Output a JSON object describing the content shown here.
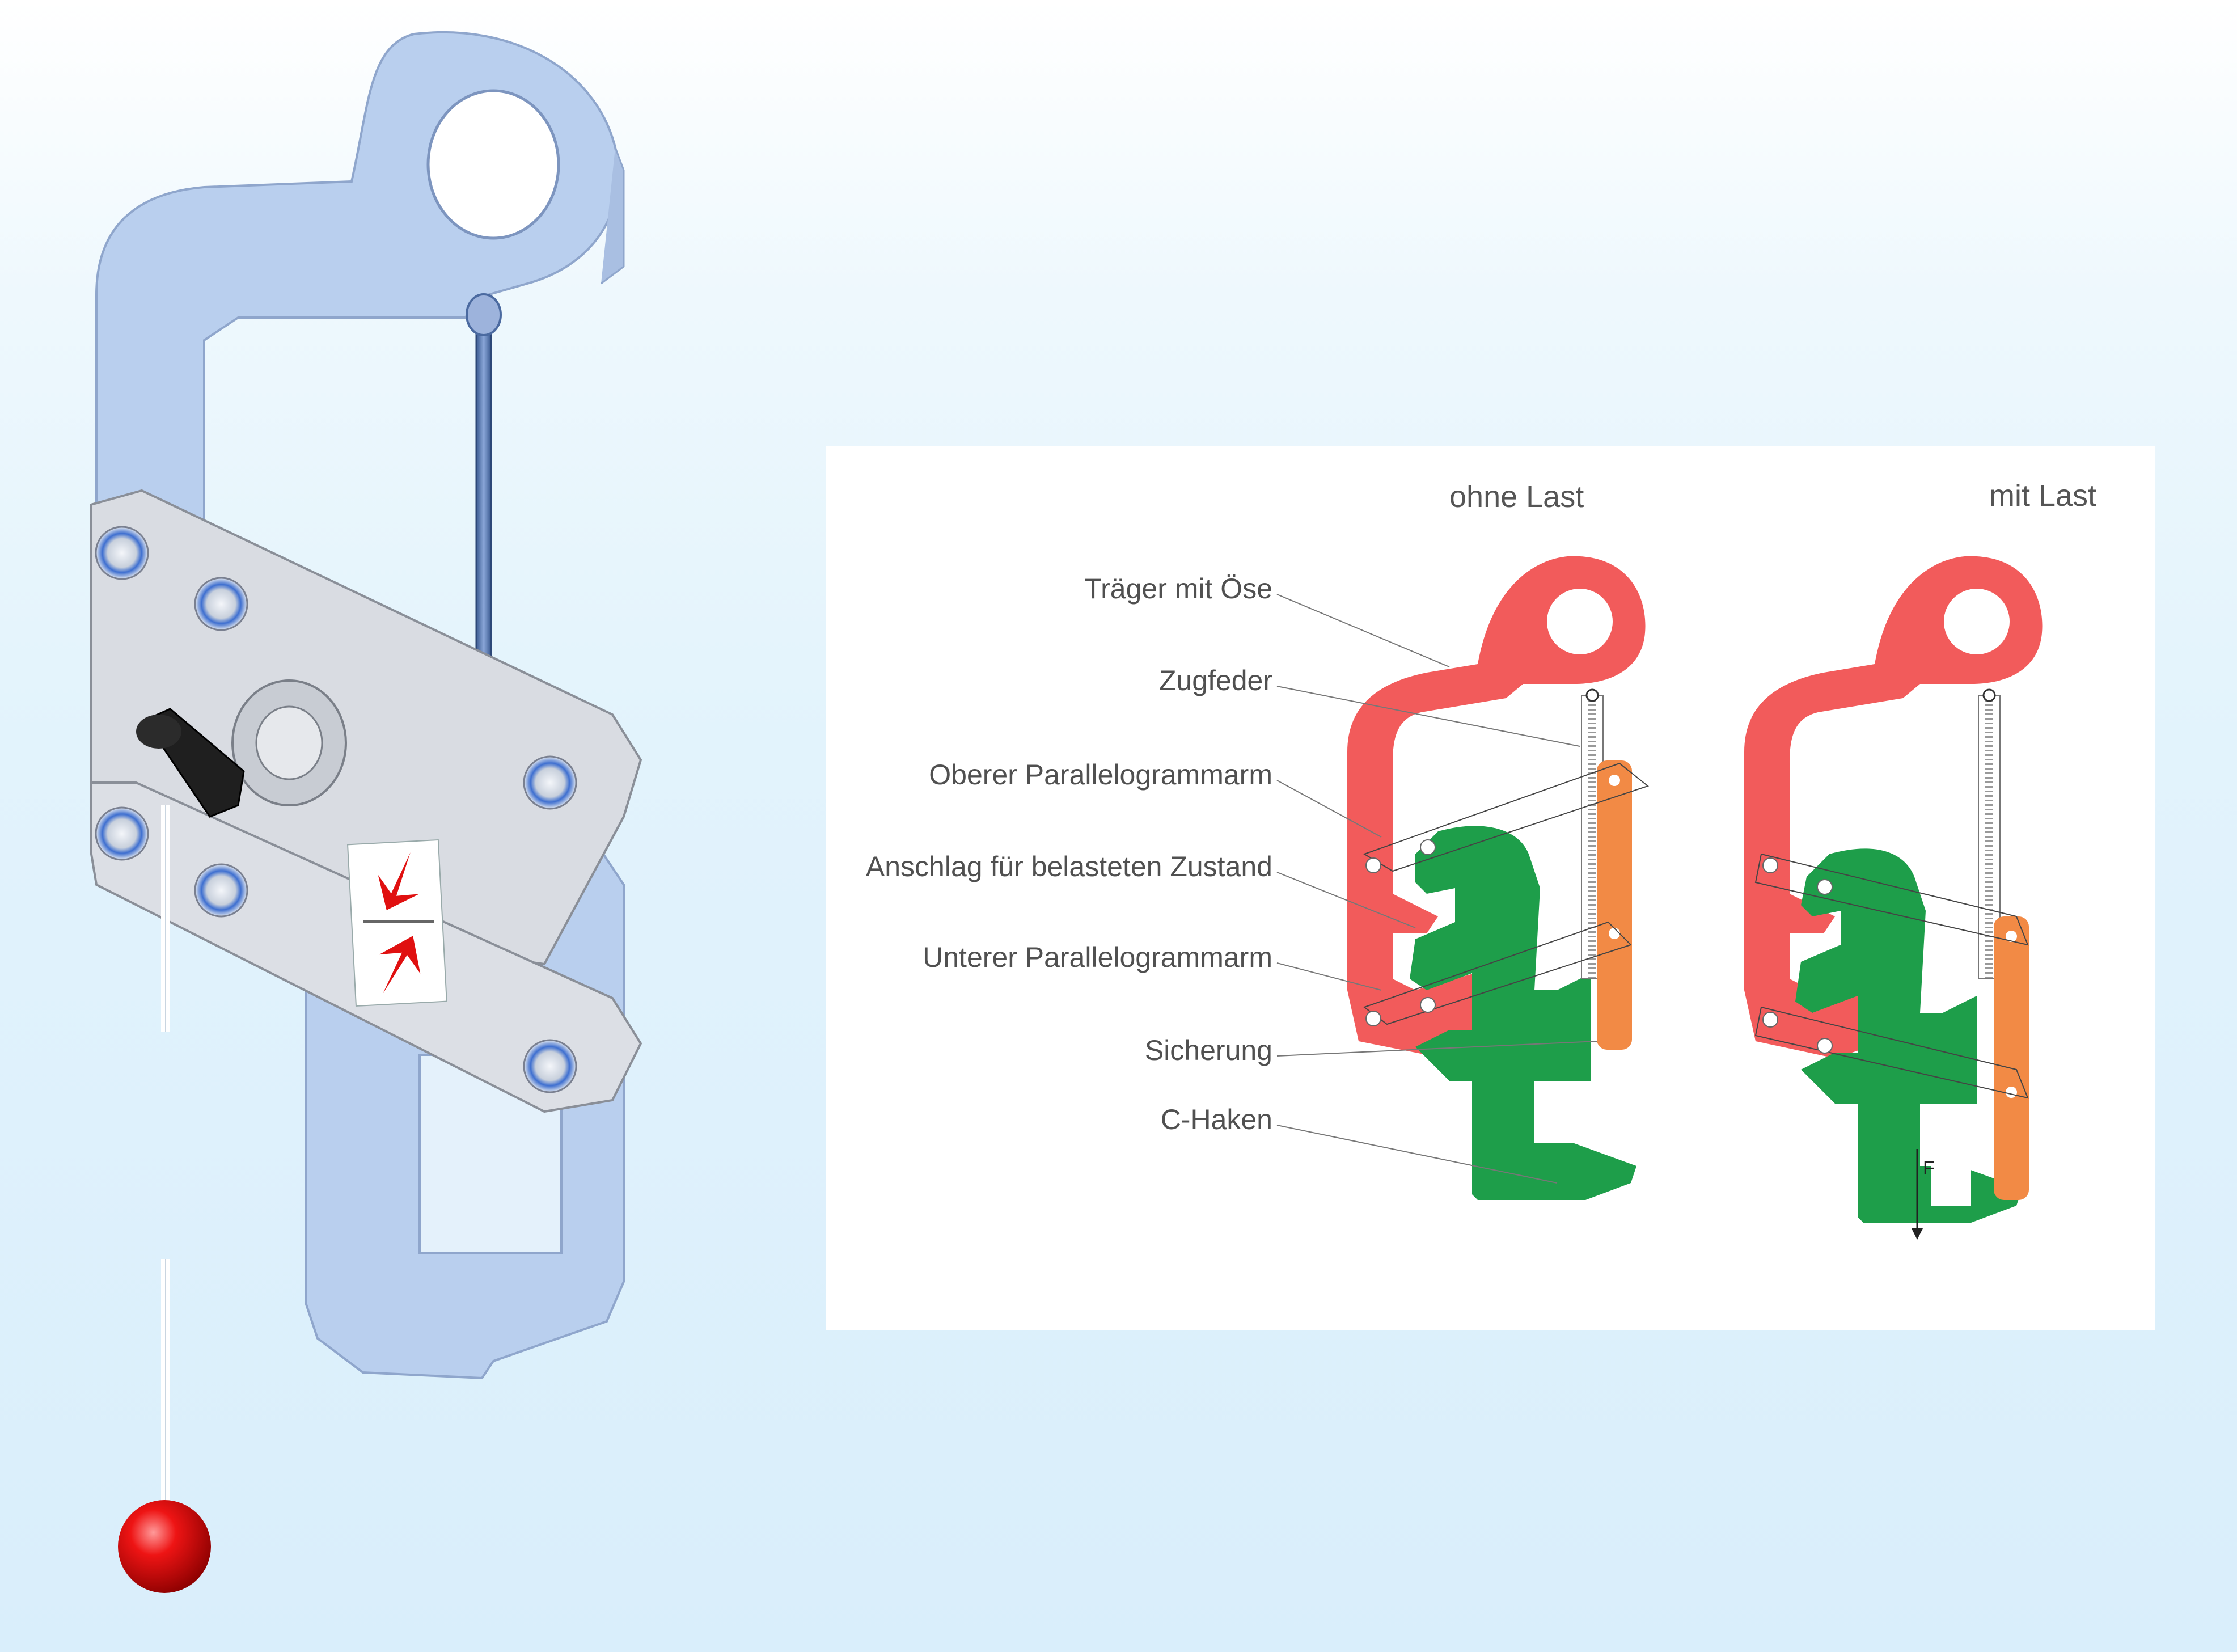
{
  "colors": {
    "carrier": "#f25b5b",
    "hook": "#1e9e4a",
    "safety": "#f28a45",
    "model_body": "#b8cdeb",
    "model_plate": "#d6d9de",
    "ball": "#e01010",
    "arrow": "#e01010"
  },
  "diagram": {
    "header_without_load": "ohne Last",
    "header_with_load": "mit Last",
    "labels": [
      "Träger mit Öse",
      "Zugfeder",
      "Oberer Parallelogrammarm",
      "Anschlag für belasteten Zustand",
      "Unterer Parallelogrammarm",
      "Sicherung",
      "C-Haken"
    ],
    "force_label": "F"
  }
}
